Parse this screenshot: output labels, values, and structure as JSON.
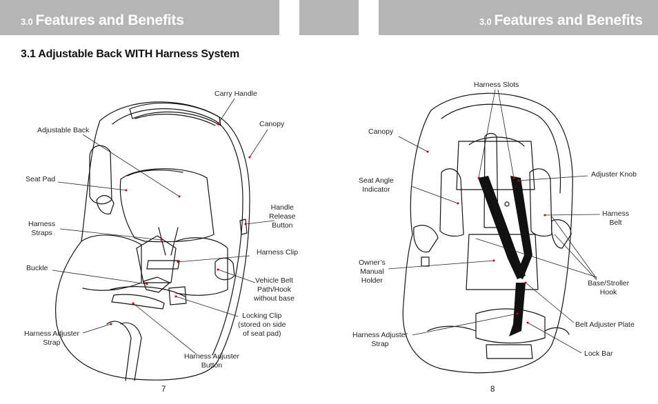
{
  "header": {
    "left": {
      "number": "3.0",
      "title": "Features and Benefits"
    },
    "right": {
      "number": "3.0",
      "title": "Features and Benefits"
    },
    "accent_color": "#b5b5b5"
  },
  "section_title": "3.1 Adjustable Back WITH Harness System",
  "left_figure": {
    "labels": {
      "carry_handle": "Carry Handle",
      "canopy": "Canopy",
      "adjustable_back": "Adjustable Back",
      "seat_pad": "Seat Pad",
      "harness_straps": "Harness\nStraps",
      "handle_release_button": "Handle\nRelease\nButton",
      "harness_clip": "Harness Clip",
      "buckle": "Buckle",
      "vehicle_belt_path": "Vehicle Belt\nPath/Hook\nwithout base",
      "locking_clip": "Locking Clip\n(stored on side\nof seat pad)",
      "harness_adjuster_strap": "Harness Adjuster\nStrap",
      "harness_adjuster_button": "Harness Adjuster\nButton"
    }
  },
  "right_figure": {
    "labels": {
      "harness_slots": "Harness Slots",
      "canopy": "Canopy",
      "adjuster_knob": "Adjuster Knob",
      "seat_angle_indicator": "Seat Angle\nIndicator",
      "harness_belt": "Harness\nBelt",
      "owners_manual_holder": "Owner’s\nManual\nHolder",
      "base_stroller_hook": "Base/Stroller\nHook",
      "belt_adjuster_plate": "Belt Adjuster Plate",
      "harness_adjuster_strap": "Harness Adjuster\nStrap",
      "lock_bar": "Lock Bar"
    }
  },
  "page_numbers": {
    "left": "7",
    "right": "8"
  }
}
